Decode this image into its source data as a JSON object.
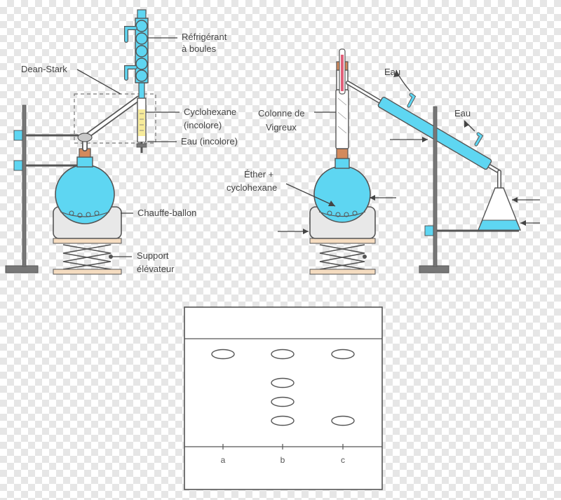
{
  "labels": {
    "refrigerant_line1": "Réfrigérant",
    "refrigerant_line2": "à boules",
    "dean_stark": "Dean-Stark",
    "cyclohexane_line1": "Cyclohexane",
    "cyclohexane_line2": "(incolore)",
    "eau_incolore": "Eau (incolore)",
    "chauffe_ballon": "Chauffe-ballon",
    "support_line1": "Support",
    "support_line2": "élévateur",
    "colonne_line1": "Colonne de",
    "colonne_line2": "Vigreux",
    "eau_top": "Eau",
    "eau_right": "Eau",
    "ether_line1": "Éther +",
    "ether_line2": "cyclohexane"
  },
  "tlc": {
    "lanes": [
      "a",
      "b",
      "c"
    ],
    "spots": {
      "a": [
        1
      ],
      "b": [
        1,
        2,
        3,
        4
      ],
      "c": [
        1,
        4
      ]
    }
  },
  "colors": {
    "liquid": "#5ed6f2",
    "thermometer": "#e0607a",
    "cork": "#d48a5c",
    "lab_jack_plate": "#f5dcc0",
    "cyclohexane_layer": "#f7eb9a"
  }
}
